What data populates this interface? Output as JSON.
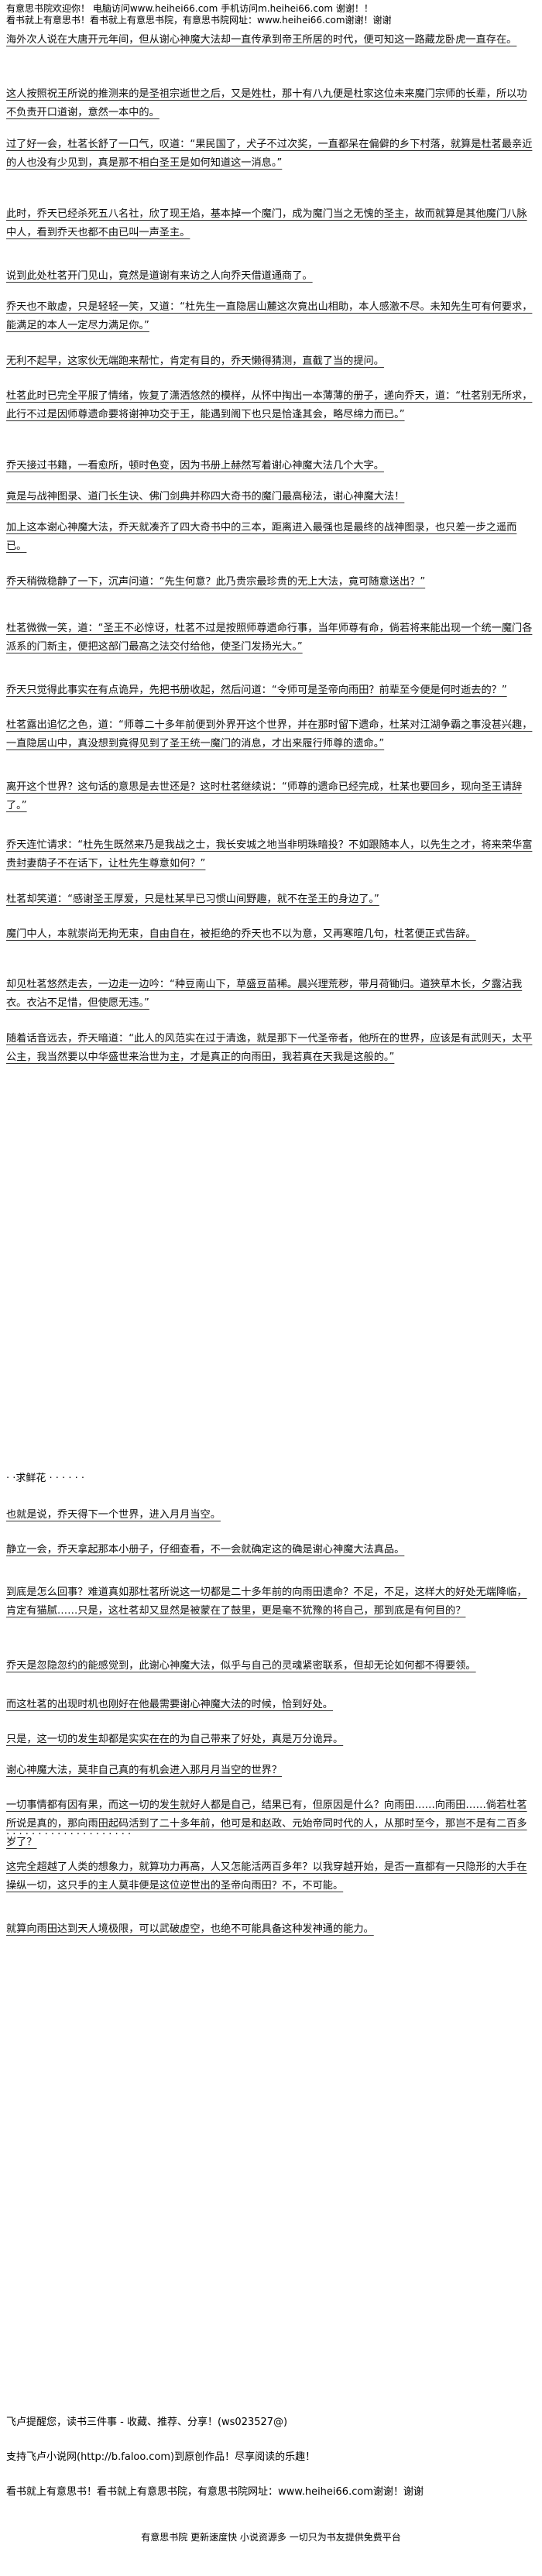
{
  "header": {
    "line1": "有意思书院欢迎你！ 电脑访问www.heihei66.com 手机访问m.heihei66.com 谢谢！！",
    "line2": "看书就上有意思书！看书就上有意思书院，有意思书院网址：www.heihei66.com谢谢！谢谢"
  },
  "paragraphs": [
    "海外次人说在大唐开元年间，但从谢心神魔大法却一直传承到帝王所居的时代，便可知这一路藏龙卧虎一直存在。",
    "这人按照祝王所说的推测来的是圣祖宗逝世之后，又是姓杜，那十有八九便是杜家这位未来魔门宗师的长辈，所以功不负责开口道谢，意然一本中的。",
    "过了好一会，杜茗长舒了一口气，叹道：“果民国了，犬子不过次奖，一直都呆在偏僻的乡下村落，就算是杜茗最亲近的人也没有少见到，真是那不相白圣王是如何知道这一消息。”",
    "此时，乔天已经杀死五八名社，欣了现王焰，基本掉一个魔门，成为魔门当之无愧的圣主，故而就算是其他魔门八脉中人，看到乔天也都不由已叫一声圣主。",
    "说到此处杜茗开门见山，竟然是道谢有来访之人向乔天借道通商了。",
    "乔天也不敢虚，只是轻轻一笑，又道：“杜先生一直隐居山麓这次竟出山相助，本人感激不尽。未知先生可有何要求，能满足的本人一定尽力满足你。”",
    "无利不起早，这家伙无端跑来帮忙，肯定有目的，乔天懒得猜测，直截了当的提问。",
    "杜茗此时已完全平服了情绪，恢复了潇洒悠然的模样，从怀中掏出一本薄薄的册子，递向乔天，道：“杜茗别无所求，此行不过是因师尊遗命要将谢神功交于王，能遇到阁下也只是恰逢其会，略尽绵力而已。”",
    "乔天接过书籍，一看愈所，顿时色变，因为书册上赫然写着谢心神魔大法几个大字。",
    "竟是与战神图录、道门长生诀、佛门剑典并称四大奇书的魔门最高秘法，谢心神魔大法！",
    "加上这本谢心神魔大法，乔天就凑齐了四大奇书中的三本，距离进入最强也是最终的战神图录，也只差一步之遥而已。",
    "乔天稍微稳静了一下，沉声问道：“先生何意？此乃贵宗最珍贵的无上大法，竟可随意送出？”",
    "杜茗微微一笑，道：“圣王不必惊讶，杜茗不过是按照师尊遗命行事，当年师尊有命，倘若将来能出现一个统一魔门各派系的门新主，便把这部门最高之法交付给他，使圣门发扬光大。”",
    "乔天只觉得此事实在有点诡异，先把书册收起，然后问道：“令师可是圣帝向雨田？前辈至今便是何时逝去的？”",
    "杜茗露出追忆之色，道：“师尊二十多年前便到外界开这个世界，并在那时留下遗命，杜某对江湖争霸之事没甚兴趣，一直隐居山中，真没想到竟得见到了圣王统一魔门的消息，才出来履行师尊的遗命。”",
    "离开这个世界？这句话的意思是去世还是？这时杜茗继续说：“师尊的遗命已经完成，杜某也要回乡，现向圣王请辞了。”",
    "乔天连忙请求：“杜先生既然来乃是我战之士，我长安城之地当非明珠暗投？不如跟随本人，以先生之才，将来荣华富贵封妻荫子不在话下，让杜先生尊意如何？”",
    "杜茗却笑道：“感谢圣王厚爱，只是杜某早已习惯山间野趣，就不在圣王的身边了。”",
    "魔门中人，本就崇尚无拘无束，自由自在，被拒绝的乔天也不以为意，又再寒暄几句，杜茗便正式告辞。",
    "却见杜茗悠然走去，一边走一边吟：“种豆南山下，草盛豆苗稀。晨兴理荒秽，带月荷锄归。道狭草木长，夕露沾我衣。衣沾不足惜，但使愿无违。”",
    "随着话音远去，乔天暗道：“此人的风范实在过于清逸，就是那下一代圣帝者，他所在的世界，应该是有武则天，太平公主，我当然要以中华盛世来治世为主，才是真正的向雨田，我若真在天我是这般的。”",
    "也就是说，乔天得下一个世界，进入月月当空。",
    "静立一会，乔天拿起那本小册子，仔细查看，不一会就确定这的确是谢心神魔大法真品。",
    "到底是怎么回事？难道真如那杜茗所说这一切都是二十多年前的向雨田遗命？不足，不足，这样大的好处无端降临，肯定有猫腻……只是，这杜茗却又显然是被蒙在了鼓里，更是毫不犹豫的将自己，那到底是有何目的？",
    "乔天是忽隐忽约的能感觉到，此谢心神魔大法，似乎与自己的灵魂紧密联系，但却无论如何都不得要领。",
    "而这杜茗的出现时机也刚好在他最需要谢心神魔大法的时候，恰到好处。",
    "只是，这一切的发生却都是实实在在的为自己带来了好处，真是万分诡异。",
    "谢心神魔大法，莫非自己真的有机会进入那月月当空的世界？",
    "一切事情都有因有果，而这一切的发生就好人都是自己，结果已有，但原因是什么？向雨田……向雨田……倘若杜茗所说是真的，那向雨田起码活到了二十多年前，他可是和赵政、元始帝同时代的人，从那时至今，那岂不是有二百多岁了？",
    "这完全超越了人类的想象力，就算功力再高，人又怎能活两百多年？以我穿越开始，是否一直都有一只隐形的大手在操纵一切，这只手的主人莫非便是这位逆世出的圣帝向雨田？不，不可能。",
    "就算向雨田达到天人境极限，可以武破虚空，也绝不可能具备这种发神通的能力。"
  ],
  "separators": [
    "·  ·求鲜花 ·  ·  ·  ·  ·  ·",
    "·  ·  ·  ·  ·  ·  ·  ·  ·  ·  ·  ·  ·  ·  ·  ·  ·  ·  ·  ·"
  ],
  "footer": {
    "request": "飞卢提醒您，读书三件事 - 收藏、推荐、分享！(ws023527@)",
    "support": "支持飞卢小说网(http://b.faloo.com)到原创作品！尽享阅读的乐趣！",
    "banner": "看书就上有意思书！看书就上有意思书院，有意思书院网址：www.heihei66.com谢谢！谢谢",
    "bottom": "有意思书院 更新速度快 小说资源多 一切只为书友提供免费平台"
  }
}
